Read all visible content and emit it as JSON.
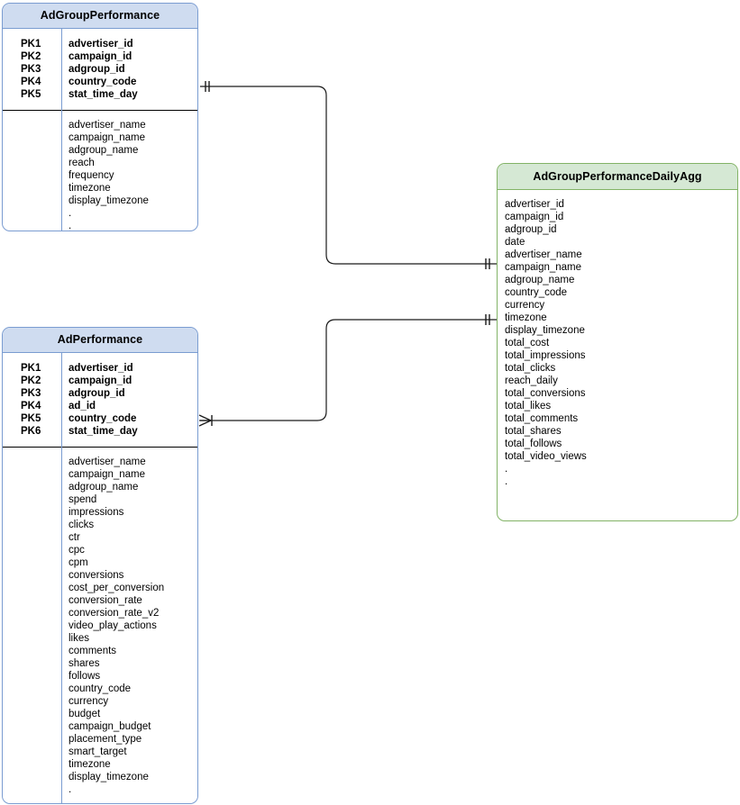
{
  "diagram": {
    "type": "entity-relationship-diagram",
    "background_color": "#ffffff",
    "colors": {
      "blue_header_fill": "#cfdcf0",
      "blue_border": "#7a9cd1",
      "green_header_fill": "#d5e8d4",
      "green_border": "#82b366",
      "connector_line": "#1a1a1a",
      "pk_divider": "#7a9cd1",
      "section_rule": "#000000"
    }
  },
  "entities": [
    {
      "id": "ad-group-performance",
      "title": "AdGroupPerformance",
      "style": "blue",
      "primary_keys": [
        {
          "key": "PK1",
          "field": "advertiser_id"
        },
        {
          "key": "PK2",
          "field": "campaign_id"
        },
        {
          "key": "PK3",
          "field": "adgroup_id"
        },
        {
          "key": "PK4",
          "field": "country_code"
        },
        {
          "key": "PK5",
          "field": "stat_time_day"
        }
      ],
      "attributes": [
        "advertiser_name",
        "campaign_name",
        "adgroup_name",
        "reach",
        "frequency",
        "timezone",
        "display_timezone",
        ".",
        "."
      ]
    },
    {
      "id": "ad-performance",
      "title": "AdPerformance",
      "style": "blue",
      "primary_keys": [
        {
          "key": "PK1",
          "field": "advertiser_id"
        },
        {
          "key": "PK2",
          "field": "campaign_id"
        },
        {
          "key": "PK3",
          "field": "adgroup_id"
        },
        {
          "key": "PK4",
          "field": "ad_id"
        },
        {
          "key": "PK5",
          "field": "country_code"
        },
        {
          "key": "PK6",
          "field": "stat_time_day"
        }
      ],
      "attributes": [
        "advertiser_name",
        "campaign_name",
        "adgroup_name",
        "spend",
        "impressions",
        "clicks",
        "ctr",
        "cpc",
        "cpm",
        "conversions",
        "cost_per_conversion",
        "conversion_rate",
        "conversion_rate_v2",
        "video_play_actions",
        "likes",
        "comments",
        "shares",
        "follows",
        "country_code",
        "currency",
        "budget",
        "campaign_budget",
        "placement_type",
        "smart_target",
        "timezone",
        "display_timezone",
        ".",
        "."
      ]
    },
    {
      "id": "ad-group-performance-daily-agg",
      "title": "AdGroupPerformanceDailyAgg",
      "style": "green",
      "primary_keys": [],
      "attributes": [
        "advertiser_id",
        "campaign_id",
        "adgroup_id",
        "date",
        "advertiser_name",
        "campaign_name",
        "adgroup_name",
        "country_code",
        "currency",
        "timezone",
        "display_timezone",
        "total_cost",
        "total_impressions",
        "total_clicks",
        "reach_daily",
        "total_conversions",
        "total_likes",
        "total_comments",
        "total_shares",
        "total_follows",
        "total_video_views",
        ".",
        "."
      ]
    }
  ],
  "relationships": [
    {
      "id": "rel-adgroup-to-agg",
      "from": "AdGroupPerformance",
      "to": "AdGroupPerformanceDailyAgg",
      "from_cardinality": "one-and-only-one",
      "to_cardinality": "one-and-only-one"
    },
    {
      "id": "rel-ad-to-agg",
      "from": "AdPerformance",
      "to": "AdGroupPerformanceDailyAgg",
      "from_cardinality": "one-or-many",
      "to_cardinality": "one-and-only-one"
    }
  ]
}
